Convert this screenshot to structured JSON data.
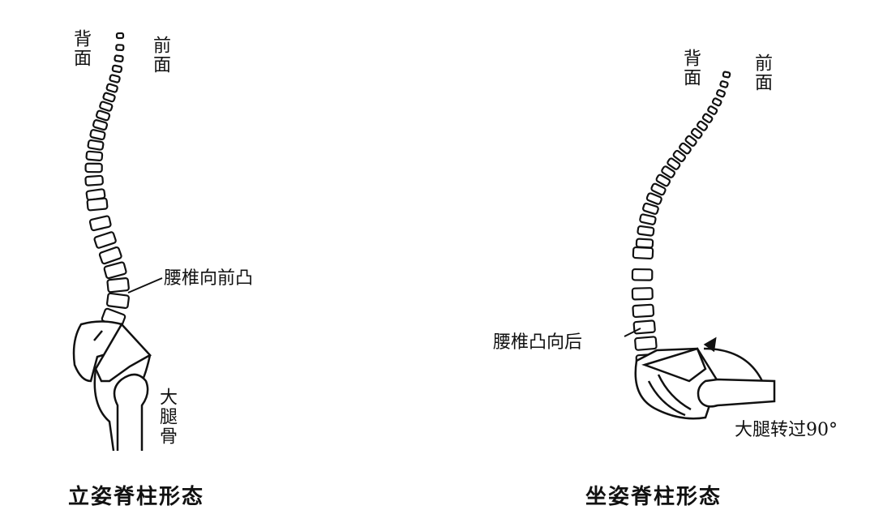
{
  "standing": {
    "back_label": "背面",
    "front_label": "前面",
    "lumbar_label": "腰椎向前凸",
    "femur_label": "大腿骨",
    "caption": "立姿脊柱形态"
  },
  "sitting": {
    "back_label": "背面",
    "front_label": "前面",
    "lumbar_label": "腰椎凸向后",
    "thigh_label": "大腿转过90°",
    "caption": "坐姿脊柱形态"
  }
}
